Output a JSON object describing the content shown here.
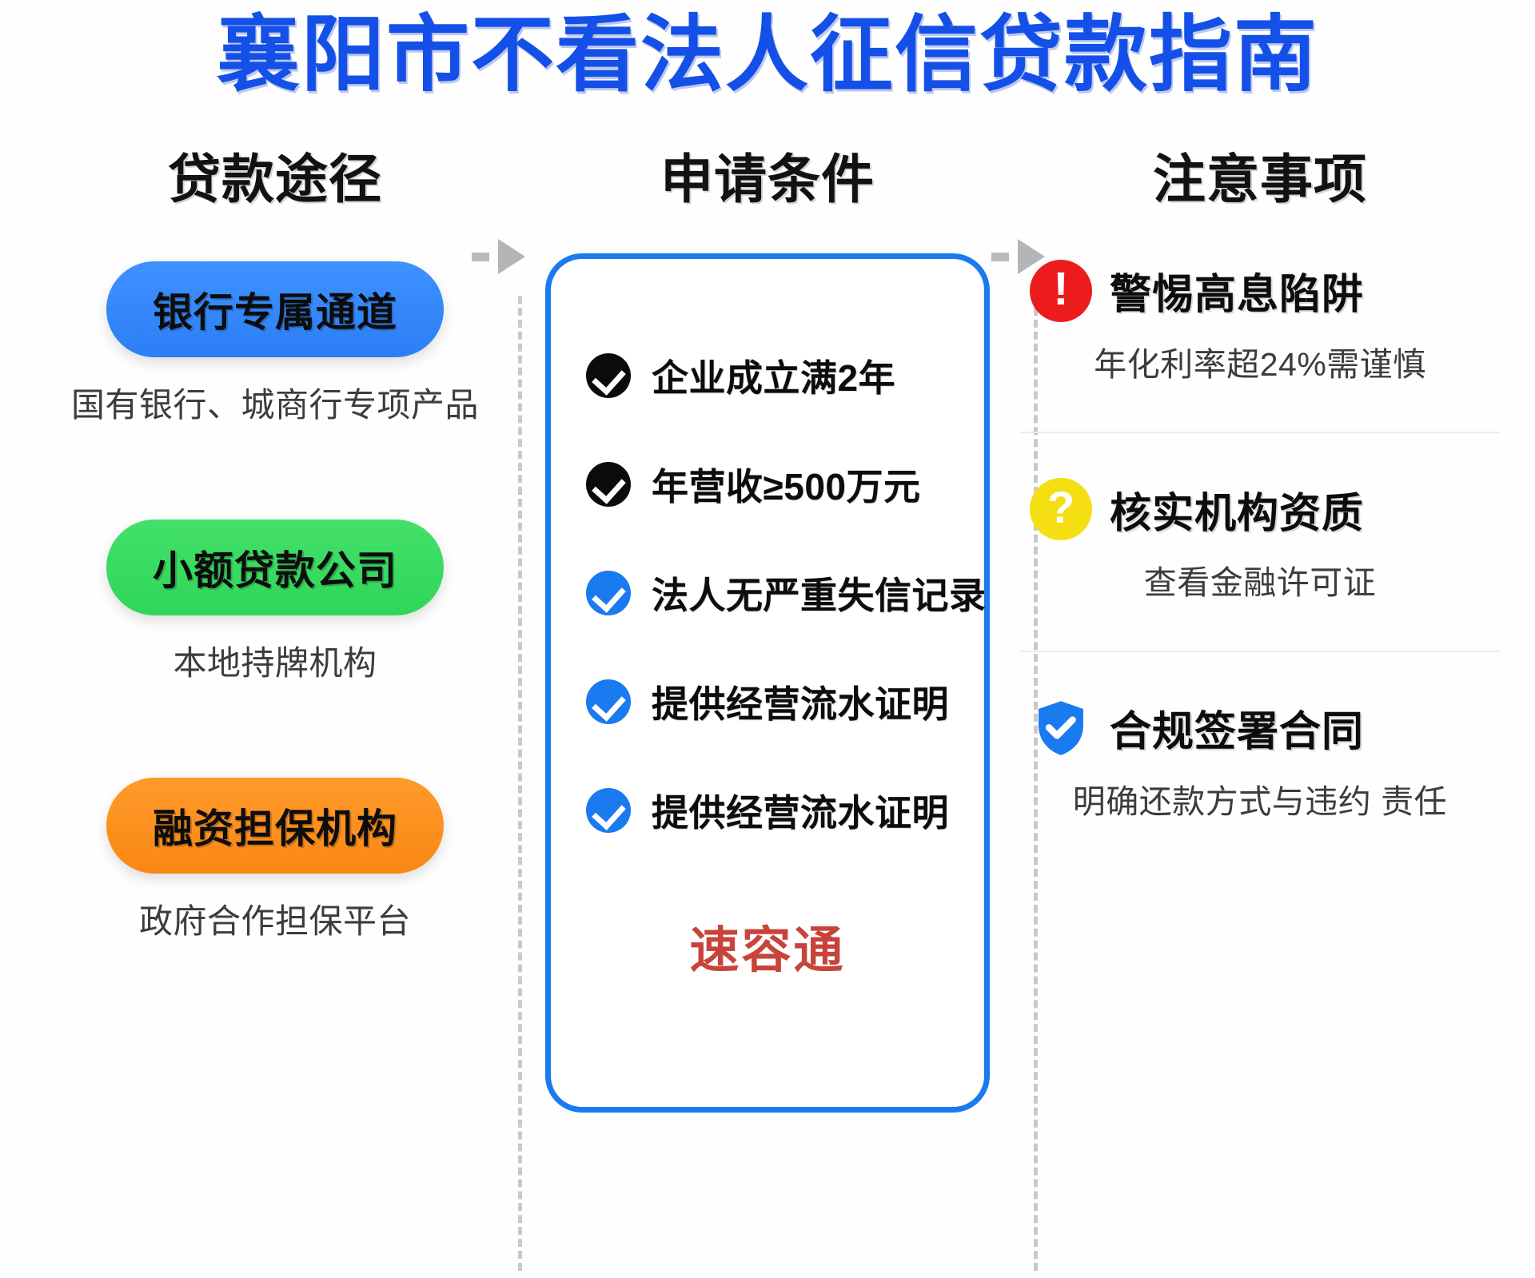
{
  "title": "襄阳市不看法人征信贷款指南",
  "columns": {
    "left": {
      "header": "贷款途径"
    },
    "mid": {
      "header": "申请条件"
    },
    "right": {
      "header": "注意事项"
    }
  },
  "loan_paths": [
    {
      "pill": "银行专属通道",
      "sub": "国有银行、城商行专项产品",
      "color": "#2b7ef5"
    },
    {
      "pill": "小额贷款公司",
      "sub": "本地持牌机构",
      "color": "#2fd659"
    },
    {
      "pill": "融资担保机构",
      "sub": "政府合作担保平台",
      "color": "#f98813"
    }
  ],
  "conditions": [
    {
      "text": "企业成立满2年",
      "check": "black"
    },
    {
      "text": "年营收≥500万元",
      "check": "black"
    },
    {
      "text": "法人无严重失信记录",
      "check": "blue"
    },
    {
      "text": "提供经营流水证明",
      "check": "blue"
    },
    {
      "text": "提供经营流水证明",
      "check": "blue"
    }
  ],
  "condition_brand": "速容通",
  "notes": [
    {
      "icon": "exclamation-circle-icon",
      "glyph": "!",
      "title": "警惕高息陷阱",
      "sub": "年化利率超24%需谨慎",
      "color": "#ec1c1c"
    },
    {
      "icon": "question-circle-icon",
      "glyph": "?",
      "title": "核实机构资质",
      "sub": "查看金融许可证",
      "color": "#f5df12"
    },
    {
      "icon": "shield-check-icon",
      "glyph": "",
      "title": "合规签署合同",
      "sub": "明确还款方式与违约\n责任",
      "color": "#1a7af0"
    }
  ],
  "theme": {
    "title_color": "#1450e8",
    "card_border": "#1a7af0",
    "brand_red": "#c8443a",
    "divider": "#c9c9c9"
  }
}
